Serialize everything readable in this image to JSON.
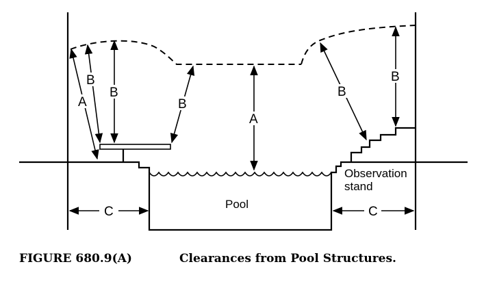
{
  "figure": {
    "caption_number": "FIGURE 680.9(A)",
    "caption_title": "Clearances from Pool Structures."
  },
  "labels": {
    "pool": "Pool",
    "observation_line1": "Observation",
    "observation_line2": "stand",
    "clearance_a": "A",
    "clearance_b": "B",
    "clearance_c": "C"
  }
}
